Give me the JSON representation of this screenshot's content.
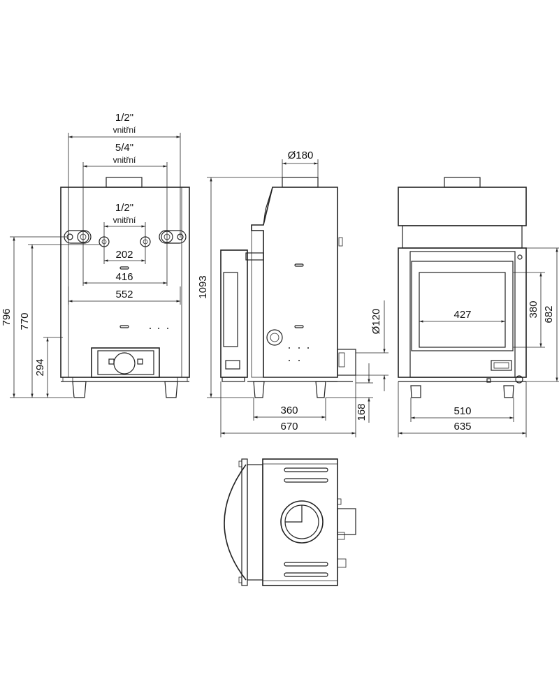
{
  "front_view": {
    "top_pipe_size": "1/2\"",
    "top_pipe_note": "vnitřní",
    "mid_pipe_size": "5/4\"",
    "mid_pipe_note": "vnitřní",
    "inner_pipe_size": "1/2\"",
    "inner_pipe_note": "vnitřní",
    "dim_202": "202",
    "dim_416": "416",
    "dim_552": "552",
    "dim_796": "796",
    "dim_770": "770",
    "dim_294": "294"
  },
  "side_view": {
    "flue_diameter": "Ø180",
    "dim_1093": "1093",
    "air_inlet_diameter": "Ø120",
    "dim_360": "360",
    "dim_670": "670",
    "dim_168": "168"
  },
  "rear_view": {
    "dim_427": "427",
    "dim_380": "380",
    "dim_682": "682",
    "dim_510": "510",
    "dim_635": "635"
  }
}
